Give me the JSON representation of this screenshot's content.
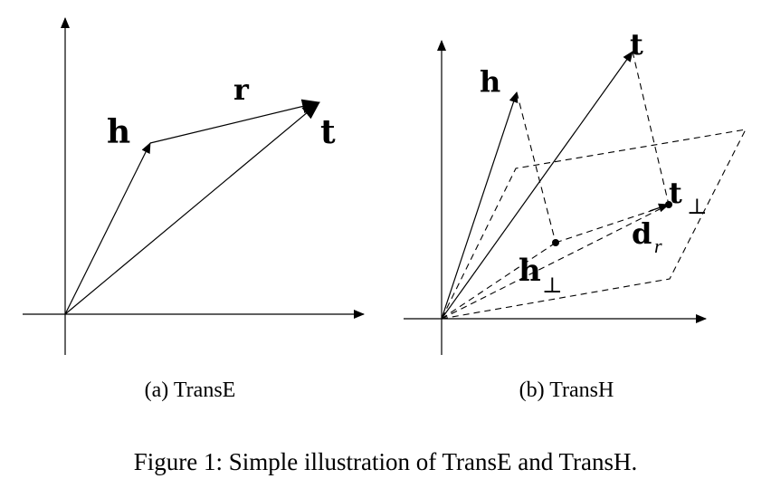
{
  "panel_a": {
    "caption": "(a) TransE",
    "labels": {
      "h": "h",
      "r": "r",
      "t": "t"
    }
  },
  "panel_b": {
    "caption": "(b) TransH",
    "labels": {
      "h": "h",
      "t": "t",
      "t_perp": "t",
      "h_perp": "h",
      "perp_symbol": "⊥",
      "d": "d",
      "d_sub": "r"
    }
  },
  "figure_caption": "Figure 1: Simple illustration of TransE and TransH."
}
